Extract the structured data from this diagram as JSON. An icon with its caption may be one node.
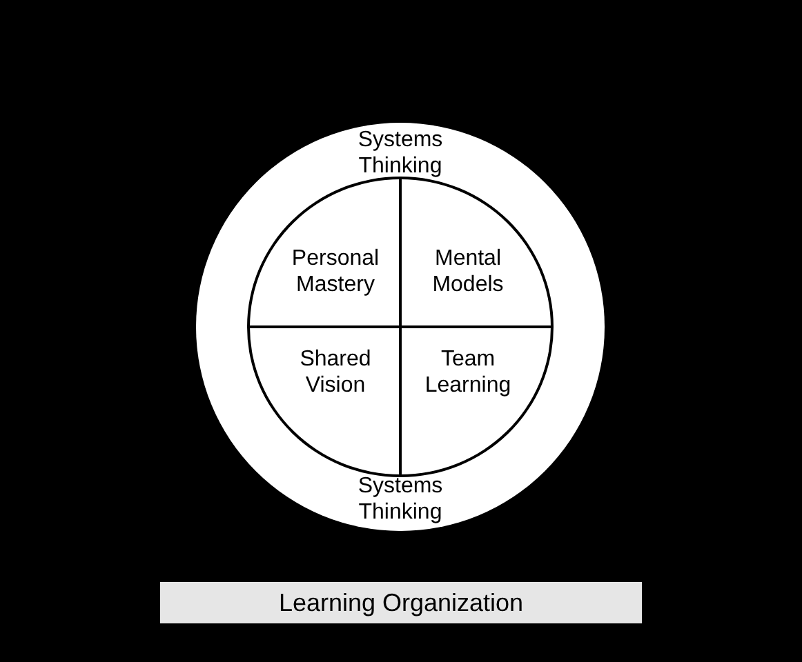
{
  "diagram": {
    "nodes": [
      {
        "text": [
          "Systems Thinking",
          "Systems Thinking"
        ]
      },
      {
        "text": [],
        "shape": "circle",
        "in": 0
      },
      {
        "text": [
          "Personal Mastery"
        ],
        "in": 1
      },
      {
        "text": [
          "Mental Models"
        ],
        "in": 1
      },
      {
        "text": [
          "Shared Vision"
        ],
        "in": 1
      },
      {
        "text": [
          "Team Learning"
        ],
        "in": 1
      },
      {
        "text": [
          "Learning Organization"
        ]
      }
    ]
  }
}
